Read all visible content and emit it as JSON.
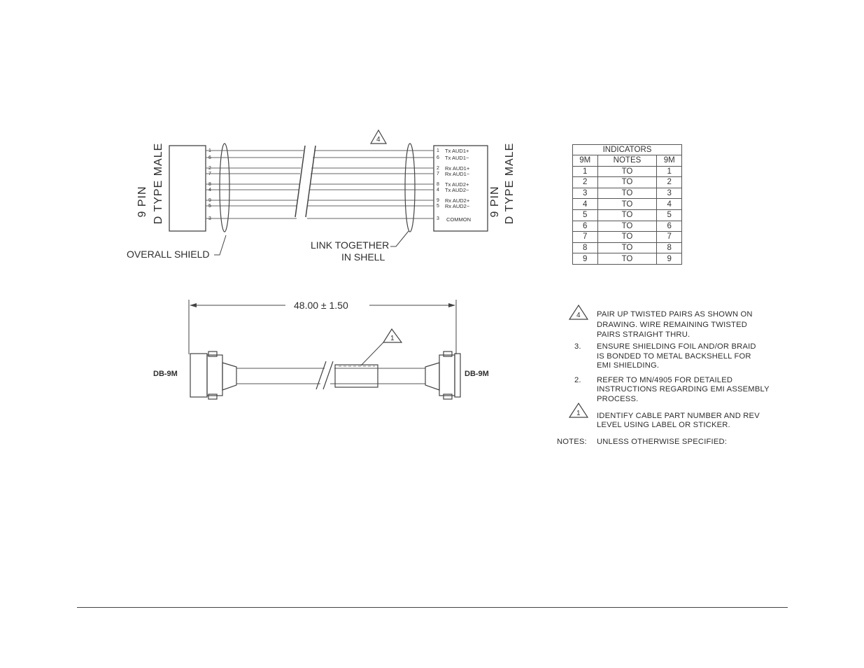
{
  "left_connector": {
    "line1": "9 PIN",
    "line2": "D TYPE MALE",
    "pins": [
      "1",
      "6",
      "2",
      "7",
      "8",
      "4",
      "9",
      "5",
      "3"
    ]
  },
  "right_connector": {
    "line1": "9 PIN",
    "line2": "D TYPE MALE",
    "pins": [
      "1",
      "6",
      "2",
      "7",
      "8",
      "4",
      "9",
      "5",
      "3"
    ],
    "signals": [
      "Tx AUD1+",
      "Tx AUD1−",
      "Rx AUD1+",
      "Rx AUD1−",
      "Tx AUD2+",
      "Tx AUD2−",
      "Rx AUD2+",
      "Rx AUD2−",
      "COMMON"
    ]
  },
  "callouts": {
    "note4_marker": "4",
    "overall_shield": "OVERALL SHIELD",
    "link_line1": "LINK TOGETHER",
    "link_line2": "IN SHELL",
    "note1_marker": "1"
  },
  "cable": {
    "length": "48.00 ± 1.50",
    "left_label": "DB-9M",
    "right_label": "DB-9M"
  },
  "indicators_table": {
    "title": "INDICATORS",
    "headers": [
      "9M",
      "NOTES",
      "9M"
    ],
    "rows": [
      [
        "1",
        "TO",
        "1"
      ],
      [
        "2",
        "TO",
        "2"
      ],
      [
        "3",
        "TO",
        "3"
      ],
      [
        "4",
        "TO",
        "4"
      ],
      [
        "5",
        "TO",
        "5"
      ],
      [
        "6",
        "TO",
        "6"
      ],
      [
        "7",
        "TO",
        "7"
      ],
      [
        "8",
        "TO",
        "8"
      ],
      [
        "9",
        "TO",
        "9"
      ]
    ]
  },
  "notes": {
    "n4": {
      "marker": "4",
      "lines": [
        "PAIR UP TWISTED PAIRS AS SHOWN ON",
        "DRAWING.  WIRE REMAINING TWISTED",
        "PAIRS STRAIGHT THRU."
      ]
    },
    "n3": {
      "marker": "3.",
      "lines": [
        "ENSURE SHIELDING FOIL AND/OR BRAID",
        "IS BONDED TO METAL BACKSHELL FOR",
        "EMI SHIELDING."
      ]
    },
    "n2": {
      "marker": "2.",
      "lines": [
        "REFER TO MN/4905 FOR DETAILED",
        "INSTRUCTIONS REGARDING EMI ASSEMBLY",
        "PROCESS."
      ]
    },
    "n1": {
      "marker": "1",
      "lines": [
        "IDENTIFY CABLE PART NUMBER AND REV",
        "LEVEL USING LABEL OR STICKER."
      ]
    },
    "heading_label": "NOTES:",
    "heading_text": "UNLESS OTHERWISE SPECIFIED:"
  }
}
